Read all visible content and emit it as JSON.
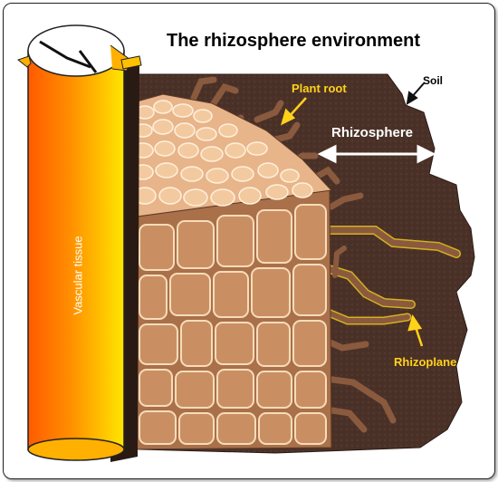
{
  "title": "The rhizosphere environment",
  "labels": {
    "soil": "Soil",
    "plant_root": "Plant root",
    "rhizosphere": "Rhizosphere",
    "rhizoplane": "Rhizoplane",
    "vascular_tissue": "Vascular tissue"
  },
  "colors": {
    "soil": "#4a3128",
    "root_hair": "#8a5a3e",
    "cortex_cell": "#c98f63",
    "epidermis_cell": "#f3caa0",
    "cell_wall": "#f7dcb9",
    "label_yellow": "#ffd21a",
    "vascular_orange": "#ff7a00",
    "vascular_yellow": "#ffe100"
  }
}
